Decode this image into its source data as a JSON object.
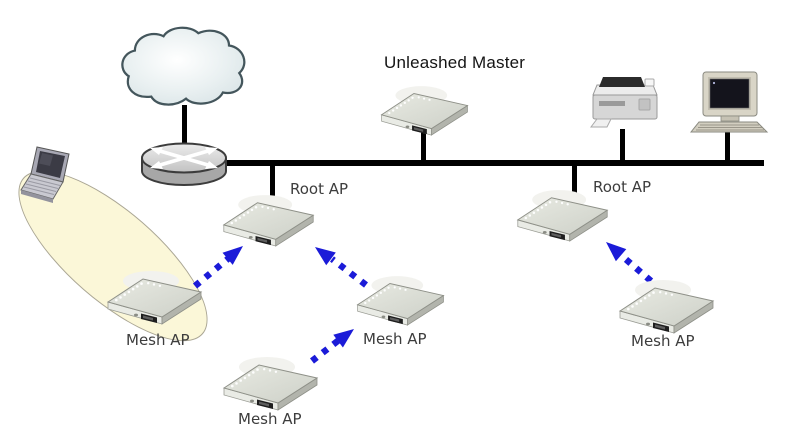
{
  "diagram_title": "Unleashed Master",
  "labels": {
    "root_ap_1": "Root AP",
    "root_ap_2": "Root AP",
    "mesh_ap_left": "Mesh AP",
    "mesh_ap_bottom_middle": "Mesh AP",
    "mesh_ap_middle_right": "Mesh AP",
    "mesh_ap_right": "Mesh AP"
  },
  "nodes": [
    {
      "id": "internet-cloud",
      "icon": "cloud-icon"
    },
    {
      "id": "router",
      "icon": "router-icon"
    },
    {
      "id": "laptop",
      "icon": "laptop-icon"
    },
    {
      "id": "unleashed-master-ap",
      "icon": "access-point-icon",
      "label": "Unleashed Master"
    },
    {
      "id": "printer",
      "icon": "printer-icon"
    },
    {
      "id": "desktop-computer",
      "icon": "desktop-computer-icon"
    },
    {
      "id": "root-ap-1",
      "icon": "access-point-icon",
      "label": "Root AP"
    },
    {
      "id": "root-ap-2",
      "icon": "access-point-icon",
      "label": "Root AP"
    },
    {
      "id": "mesh-ap-left",
      "icon": "access-point-icon",
      "label": "Mesh AP"
    },
    {
      "id": "mesh-ap-bottom-middle",
      "icon": "access-point-icon",
      "label": "Mesh AP"
    },
    {
      "id": "mesh-ap-middle-right",
      "icon": "access-point-icon",
      "label": "Mesh AP"
    },
    {
      "id": "mesh-ap-right",
      "icon": "access-point-icon",
      "label": "Mesh AP"
    }
  ],
  "edges": [
    {
      "from": "internet-cloud",
      "to": "router",
      "type": "wired"
    },
    {
      "from": "router",
      "to": "ethernet-backbone",
      "type": "wired"
    },
    {
      "from": "unleashed-master-ap",
      "to": "ethernet-backbone",
      "type": "wired"
    },
    {
      "from": "root-ap-1",
      "to": "ethernet-backbone",
      "type": "wired"
    },
    {
      "from": "root-ap-2",
      "to": "ethernet-backbone",
      "type": "wired"
    },
    {
      "from": "printer",
      "to": "ethernet-backbone",
      "type": "wired"
    },
    {
      "from": "desktop-computer",
      "to": "ethernet-backbone",
      "type": "wired"
    },
    {
      "from": "mesh-ap-left",
      "to": "root-ap-1",
      "type": "mesh-wireless-uplink"
    },
    {
      "from": "mesh-ap-middle-right",
      "to": "root-ap-1",
      "type": "mesh-wireless-uplink"
    },
    {
      "from": "mesh-ap-bottom-middle",
      "to": "mesh-ap-middle-right",
      "type": "mesh-wireless-uplink"
    },
    {
      "from": "mesh-ap-right",
      "to": "root-ap-2",
      "type": "mesh-wireless-uplink"
    },
    {
      "from": "mesh-ap-left",
      "to": "laptop",
      "type": "wifi-coverage-beam"
    }
  ],
  "colors": {
    "mesh_link_blue": "#1b1bd8",
    "coverage_beam_fill": "#fbf7d8",
    "backbone_black": "#000000"
  }
}
